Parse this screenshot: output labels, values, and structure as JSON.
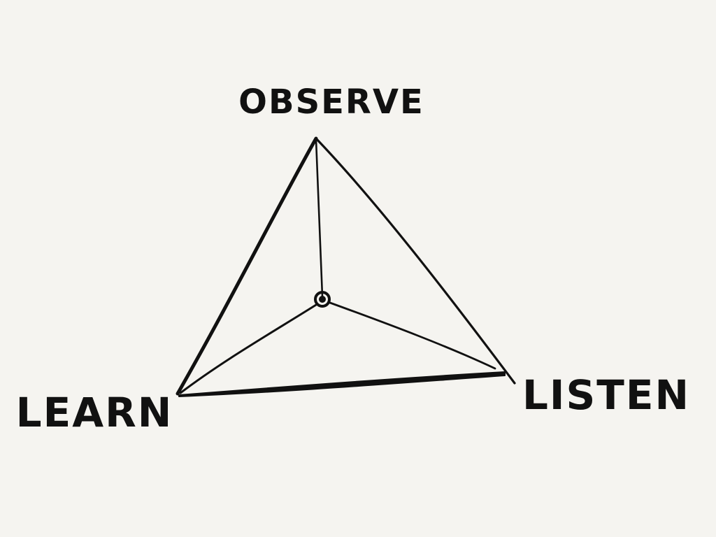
{
  "diagram": {
    "labels": {
      "top": "OBSERVE",
      "left": "LEARN",
      "right": "LISTEN"
    },
    "ink_color": "#111111",
    "background_color": "#f5f4f0"
  }
}
